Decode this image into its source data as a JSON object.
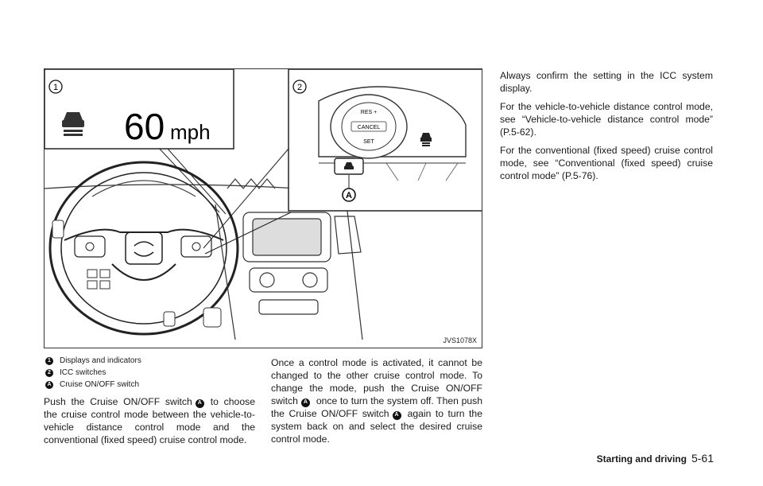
{
  "figure": {
    "code": "JVS1078X",
    "speed_value": "60",
    "speed_unit": "mph",
    "marker_1": "1",
    "marker_2": "2",
    "marker_a": "A",
    "switch_labels": [
      "RES +",
      "CANCEL",
      "SET"
    ]
  },
  "legend": [
    {
      "marker": "1",
      "text": "Displays and indicators"
    },
    {
      "marker": "2",
      "text": "ICC switches"
    },
    {
      "marker": "A",
      "text": "Cruise ON/OFF switch"
    }
  ],
  "paragraph_1": {
    "before": "Push the Cruise ON/OFF switch",
    "marker": "A",
    "after": "to choose the cruise control mode between the vehicle-to-vehicle distance control mode and the conventional (fixed speed) cruise control mode."
  },
  "paragraph_2": {
    "part1": "Once a control mode is activated, it cannot be changed to the other cruise control mode. To change the mode, push the Cruise ON/OFF switch",
    "marker1": "A",
    "part2": "once to turn the system off. Then push the Cruise ON/OFF switch",
    "marker2": "A",
    "part3": "again to turn the system back on and select the desired cruise control mode."
  },
  "column_3": [
    "Always confirm the setting in the ICC system display.",
    "For the vehicle-to-vehicle distance control mode, see “Vehicle-to-vehicle distance control mode” (P.5-62).",
    "For the conventional (fixed speed) cruise control mode, see “Conventional (fixed speed) cruise control mode” (P.5-76)."
  ],
  "footer": {
    "section": "Starting and driving",
    "page": "5-61"
  }
}
